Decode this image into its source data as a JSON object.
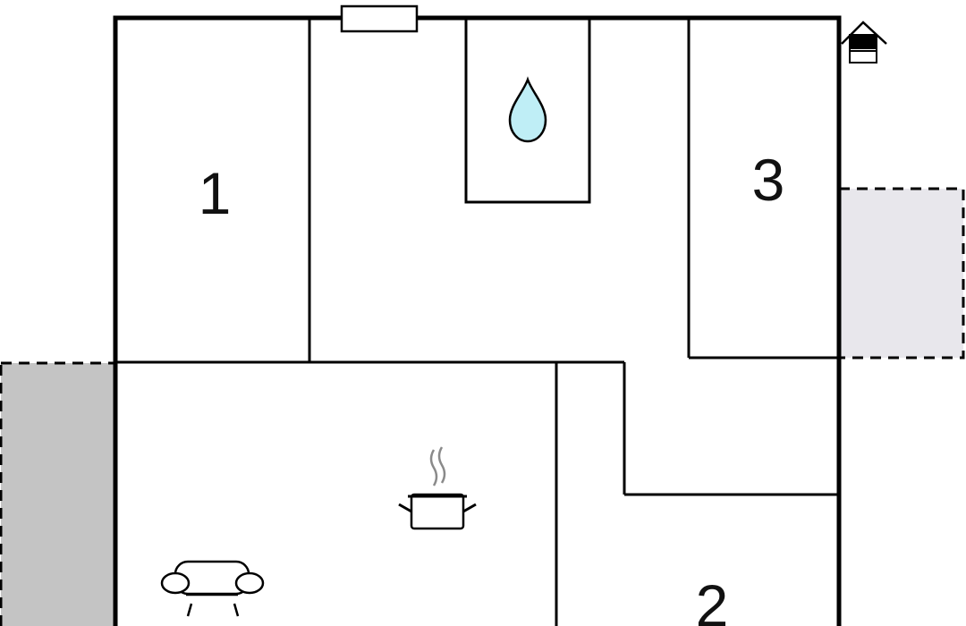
{
  "colors": {
    "wall": "#000000",
    "background": "#ffffff",
    "terrace_dark": "#c4c4c4",
    "terrace_light": "#e8e7ec",
    "water_drop": "#bfeef6",
    "steam": "#8a8a8a"
  },
  "rooms": [
    {
      "id": "bedroom-1",
      "label": "1"
    },
    {
      "id": "bedroom-2",
      "label": "2"
    },
    {
      "id": "bedroom-3",
      "label": "3"
    }
  ],
  "icons": {
    "entrance": "house-entrance-icon",
    "bathroom": "water-drop-icon",
    "kitchen": "cooking-pot-icon",
    "living_room": "sofa-icon",
    "window": "window-icon"
  }
}
